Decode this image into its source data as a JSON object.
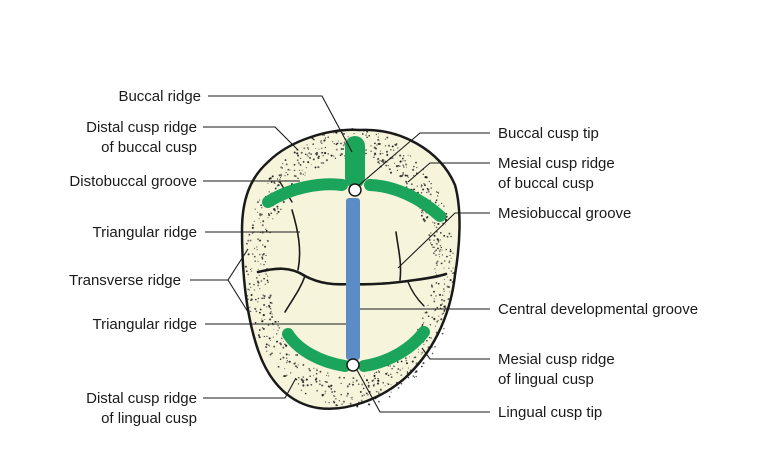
{
  "labels": {
    "buccal_ridge": "Buccal ridge",
    "distal_cusp_ridge_buccal_1": "Distal cusp ridge",
    "distal_cusp_ridge_buccal_2": "of buccal cusp",
    "distobuccal_groove": "Distobuccal groove",
    "triangular_ridge_upper": "Triangular ridge",
    "transverse_ridge": "Transverse ridge",
    "triangular_ridge_lower": "Triangular ridge",
    "distal_cusp_ridge_lingual_1": "Distal cusp ridge",
    "distal_cusp_ridge_lingual_2": "of lingual cusp",
    "buccal_cusp_tip": "Buccal cusp tip",
    "mesial_cusp_ridge_buccal_1": "Mesial cusp ridge",
    "mesial_cusp_ridge_buccal_2": "of buccal cusp",
    "mesiobuccal_groove": "Mesiobuccal groove",
    "central_developmental_groove": "Central developmental groove",
    "mesial_cusp_ridge_lingual_1": "Mesial cusp ridge",
    "mesial_cusp_ridge_lingual_2": "of lingual cusp",
    "lingual_cusp_tip": "Lingual cusp tip"
  },
  "colors": {
    "tooth_fill": "#f7f4dc",
    "tooth_outline": "#1a1a1a",
    "ridge_green": "#1aa55a",
    "groove_blue": "#5b8cc6",
    "text": "#1a1a1a"
  }
}
